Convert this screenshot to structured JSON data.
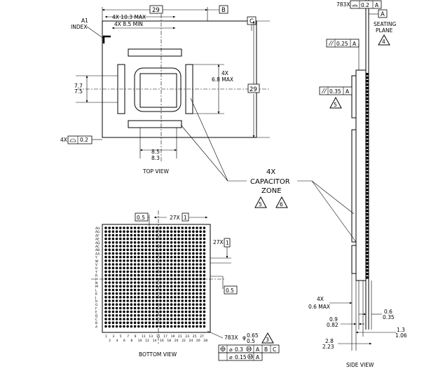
{
  "top_view": {
    "title": "TOP VIEW",
    "dim_width": "29",
    "dim_height": "29",
    "datum_b": "B",
    "datum_c": "C",
    "a1_index": "A1",
    "a1_index_2": "INDEX",
    "dim_10_3": "4X 10.3 MAX",
    "dim_8_5_min": "4X 8.5 MIN",
    "dim_7_7": "7.7",
    "dim_7_5": "7.5",
    "dim_8_5": "8.5",
    "dim_8_3": "8.3",
    "dim_4x": "4X",
    "dim_6_8": "6.8 MAX",
    "flatness_prefix": "4X",
    "flatness_value": "0.2"
  },
  "capacitor_zone": {
    "line1": "4X",
    "line2": "CAPACITOR",
    "line3": "ZONE",
    "note_a": "5",
    "note_b": "6"
  },
  "bottom_view": {
    "title": "BOTTOM VIEW",
    "pitch_x": "0.5",
    "count_x": "27X",
    "count_x_box": "1",
    "count_y": "27X",
    "count_y_box": "1",
    "pitch_y": "0.5",
    "row_labels": [
      "AH",
      "AG",
      "AF",
      "AE",
      "AD",
      "AC",
      "AB",
      "AA",
      "Y",
      "W",
      "V",
      "U",
      "T",
      "R",
      "P",
      "N",
      "M",
      "L",
      "K",
      "J",
      "H",
      "G",
      "F",
      "E",
      "D",
      "C",
      "B",
      "A"
    ],
    "col_odd": [
      "1",
      "3",
      "5",
      "7",
      "9",
      "11",
      "13",
      "15",
      "17",
      "19",
      "21",
      "23",
      "25",
      "27"
    ],
    "col_even": [
      "2",
      "4",
      "6",
      "8",
      "10",
      "12",
      "14",
      "16",
      "18",
      "20",
      "22",
      "24",
      "26",
      "28"
    ],
    "ball_count": "783X",
    "ball_dia_max": "0.65",
    "ball_dia_min": "0.5",
    "ball_note": "3",
    "fcf1_value": "0.3",
    "fcf1_refs": [
      "A",
      "B",
      "C"
    ],
    "fcf2_value": "0.15",
    "fcf2_ref": "A"
  },
  "side_view": {
    "title": "SIDE VIEW",
    "coplanarity_count": "783X",
    "coplanarity_value": "0.2",
    "coplanarity_ref": "A",
    "datum_a": "A",
    "seating_1": "SEATING",
    "seating_2": "PLANE",
    "seating_note": "4",
    "par1_value": "0.25",
    "par1_ref": "A",
    "par2_value": "0.35",
    "par2_ref": "A",
    "par_note": "5",
    "dim_06_prefix": "4X",
    "dim_06": "0.6 MAX",
    "dim_09": "0.9",
    "dim_082": "0.82",
    "dim_06b": "0.6",
    "dim_035": "0.35",
    "dim_13": "1.3",
    "dim_106": "1.06",
    "dim_28": "2.8",
    "dim_223": "2.23"
  }
}
